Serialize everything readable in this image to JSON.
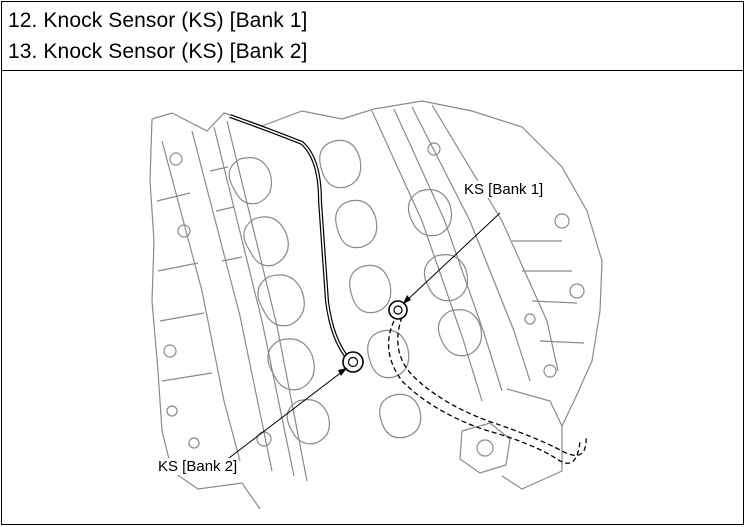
{
  "header": {
    "line1": "12. Knock Sensor (KS) [Bank 1]",
    "line2": "13. Knock Sensor (KS) [Bank 2]"
  },
  "figure": {
    "callout_bank1": "KS [Bank 1]",
    "callout_bank2": "KS [Bank 2]",
    "line_color": "#8a8a8a",
    "ink_color": "#000000"
  }
}
